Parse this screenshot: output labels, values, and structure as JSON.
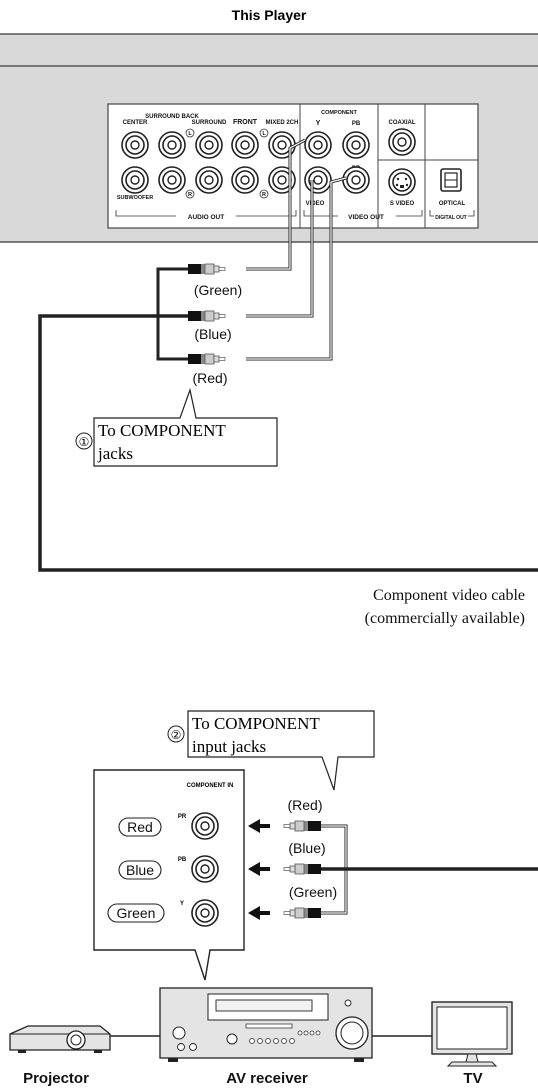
{
  "player_title": "This Player",
  "panel": {
    "labels": {
      "center": "CENTER",
      "surround_back": "SURROUND BACK",
      "surround": "SURROUND",
      "front": "FRONT",
      "mixed_2ch": "MIXED 2CH",
      "component": "COMPONENT",
      "coaxial": "COAXIAL",
      "subwoofer": "SUBWOOFER",
      "video": "VIDEO",
      "s_video": "S VIDEO",
      "optical": "OPTICAL",
      "audio_out": "AUDIO OUT",
      "video_out": "VIDEO OUT",
      "digital_out": "DIGITAL OUT",
      "y": "Y",
      "pb": "PB",
      "pr": "PR",
      "l": "L",
      "r": "R"
    }
  },
  "cable_labels": {
    "green": "(Green)",
    "blue": "(Blue)",
    "red": "(Red)"
  },
  "callouts": {
    "step1_number": "①",
    "step1_line1": "To COMPONENT",
    "step1_line2": "jacks",
    "step2_number": "②",
    "step2_line1": "To COMPONENT",
    "step2_line2": "input jacks"
  },
  "cable_caption": {
    "line1": "Component video cable",
    "line2": "(commercially available)"
  },
  "component_in": {
    "title": "COMPONENT IN",
    "jack_labels": [
      "PR",
      "PB",
      "Y"
    ],
    "color_tags": [
      "Red",
      "Blue",
      "Green"
    ]
  },
  "device_labels": {
    "projector": "Projector",
    "av_receiver": "AV receiver",
    "tv": "TV"
  }
}
